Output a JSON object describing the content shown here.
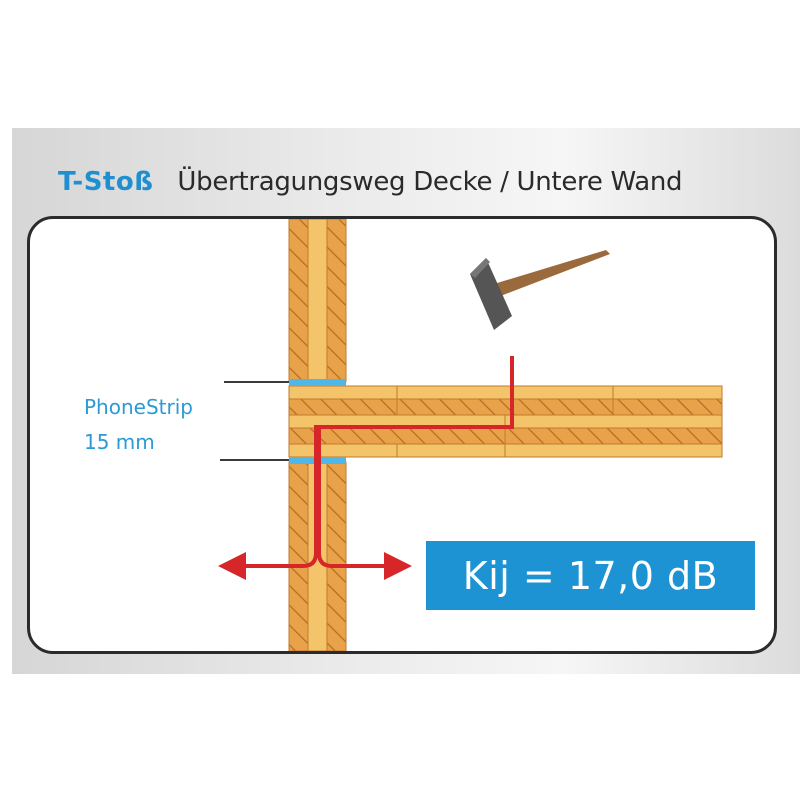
{
  "title": {
    "key": "T-Stoß",
    "text": "Übertragungsweg Decke / Untere Wand"
  },
  "strip_label": {
    "line1": "PhoneStrip",
    "line2": "15 mm"
  },
  "kij_value": "Kij = 17,0 dB",
  "colors": {
    "accent_blue": "#1d93d3",
    "wood_orange": "#e8a24a",
    "wood_light": "#f4c46a",
    "path_red": "#d7262a",
    "hammer_handle": "#9a6a3c",
    "hammer_head": "#555555",
    "panel_border": "#2b2b2b"
  },
  "icons": {
    "hammer": "hammer-icon",
    "arrows": "double-arrow-icon"
  }
}
